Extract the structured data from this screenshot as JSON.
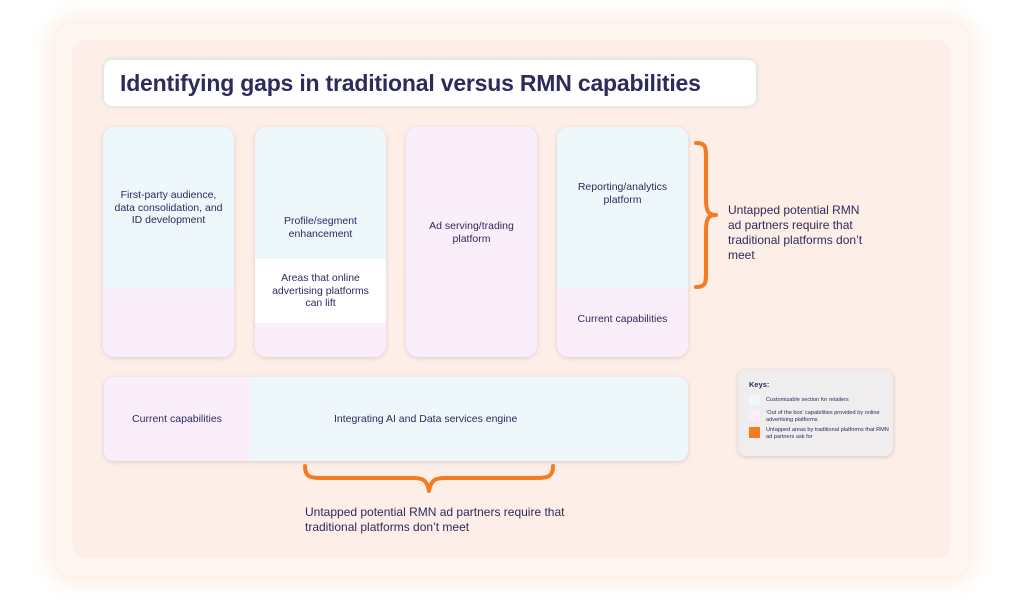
{
  "title": "Identifying gaps in traditional versus RMN capabilities",
  "cards": [
    {
      "top_label": "First-party audience, data consolidation, and ID development",
      "bottom_label": ""
    },
    {
      "top_label": "Profile/segment enhancement",
      "middle_label": "Areas that online advertising platforms can lift"
    },
    {
      "label": "Ad serving/trading platform"
    },
    {
      "top_label": "Reporting/analytics platform",
      "bottom_label": "Current capabilities"
    }
  ],
  "bottom_card": {
    "left_label": "Current capabilities",
    "right_label": "Integrating AI and Data services engine"
  },
  "callouts": {
    "right": "Untapped potential RMN ad partners require that traditional platforms don’t meet",
    "bottom": "Untapped potential RMN ad partners require that traditional platforms don’t meet"
  },
  "keys": {
    "title": "Keys:",
    "items": [
      {
        "label": "Customizable section for retailers",
        "color": "#eef7fa"
      },
      {
        "label": "‘Out of the box’ capabilities provided by online advertising platforms",
        "color": "#fbeefb"
      },
      {
        "label": "Untapped areas by traditional platforms that RMN ad partners ask for",
        "color": "#f47b20"
      }
    ]
  },
  "colors": {
    "accent_orange": "#f47b20",
    "text_navy": "#2d2a5c",
    "panel_bg": "#fdeee8",
    "light_blue": "#eef7fa",
    "light_pink": "#fbeefb"
  }
}
